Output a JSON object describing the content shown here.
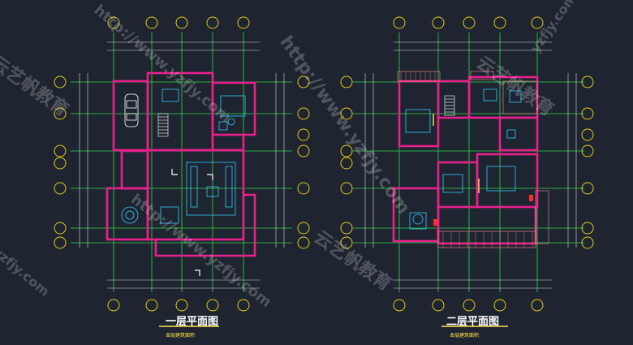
{
  "plans": [
    {
      "title": "一层平面图",
      "subtitle": "本层建筑面积"
    },
    {
      "title": "二层平面图",
      "subtitle": "本层建筑面积"
    }
  ],
  "watermarks": {
    "url": "http://www.yzfjy.com",
    "url_short": "yzfjy.com",
    "brand": "云艺帆教育"
  },
  "colors": {
    "background": "#1f2530",
    "wall": "#e8208c",
    "axis": "#2cd84a",
    "axis_bubble": "#e6c81a",
    "furniture": "#34c8ff",
    "dimension": "#d8d8d8",
    "title_underline": "#ffe14a"
  }
}
